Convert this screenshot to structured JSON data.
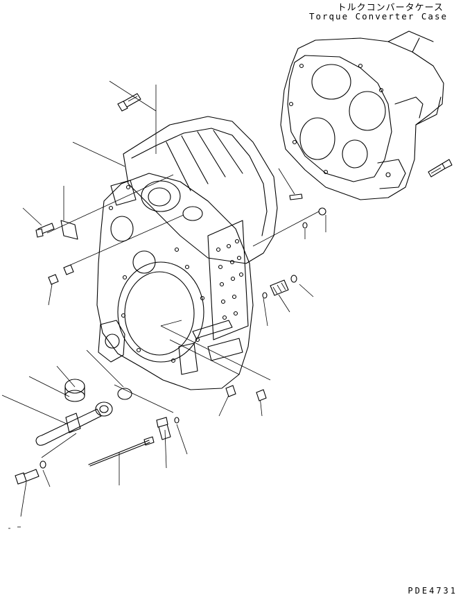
{
  "labels": {
    "title_jp": "トルクコンバータケース",
    "title_en": "Torque Converter Case",
    "drawing_code": "PDE4731"
  },
  "colors": {
    "ink": "#000000",
    "paper": "#ffffff"
  }
}
